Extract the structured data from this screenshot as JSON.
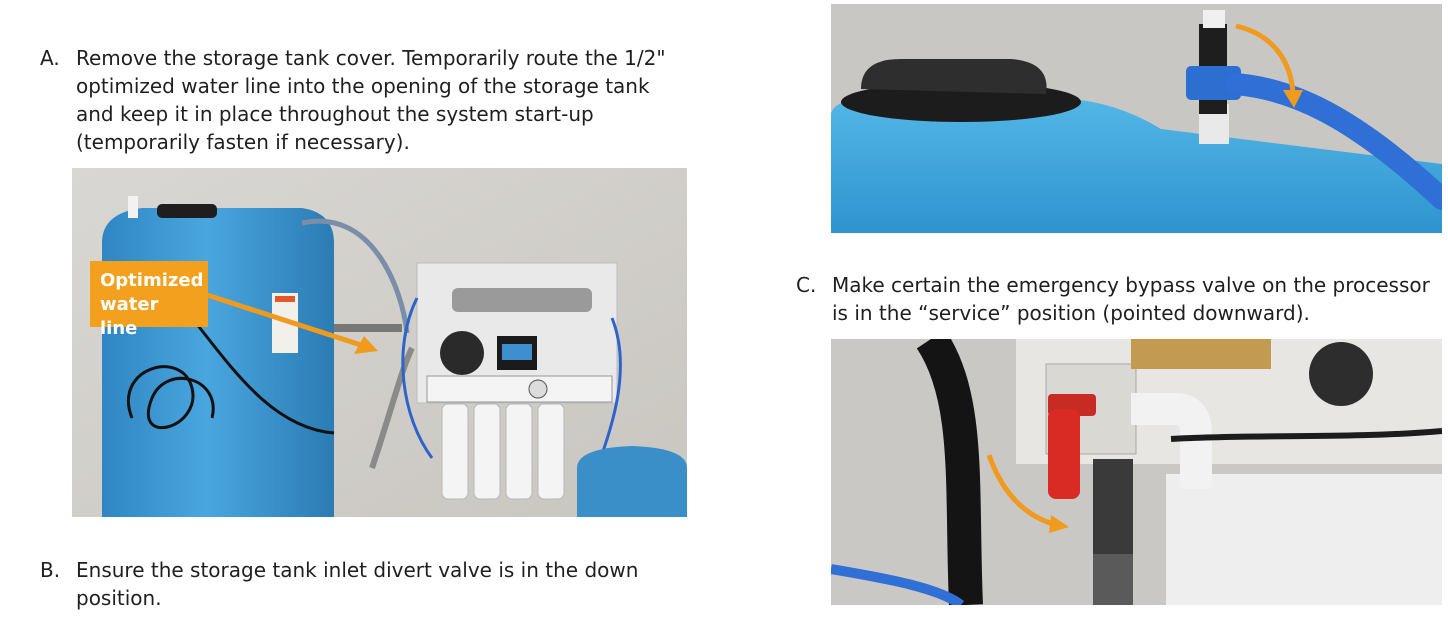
{
  "steps": {
    "a": {
      "letter": "A.",
      "text": "Remove the storage tank cover. Temporarily route the 1/2\" optimized water line into the opening of the storage tank and keep it in place throughout the system start-up (temporarily fasten if necessary)."
    },
    "b": {
      "letter": "B.",
      "text": "Ensure the storage tank inlet divert valve is in the down position."
    },
    "c": {
      "letter": "C.",
      "text": "Make certain the emergency bypass valve on the processor is in the “service” position (pointed downward)."
    }
  },
  "photos": {
    "system": {
      "callout": "Optimized water line"
    }
  },
  "colors": {
    "callout": "#f4a01f",
    "arrow": "#f09a1e",
    "tank": "#3f9ed6",
    "hose": "#2f6fd6",
    "valve_handle": "#d92a24"
  }
}
